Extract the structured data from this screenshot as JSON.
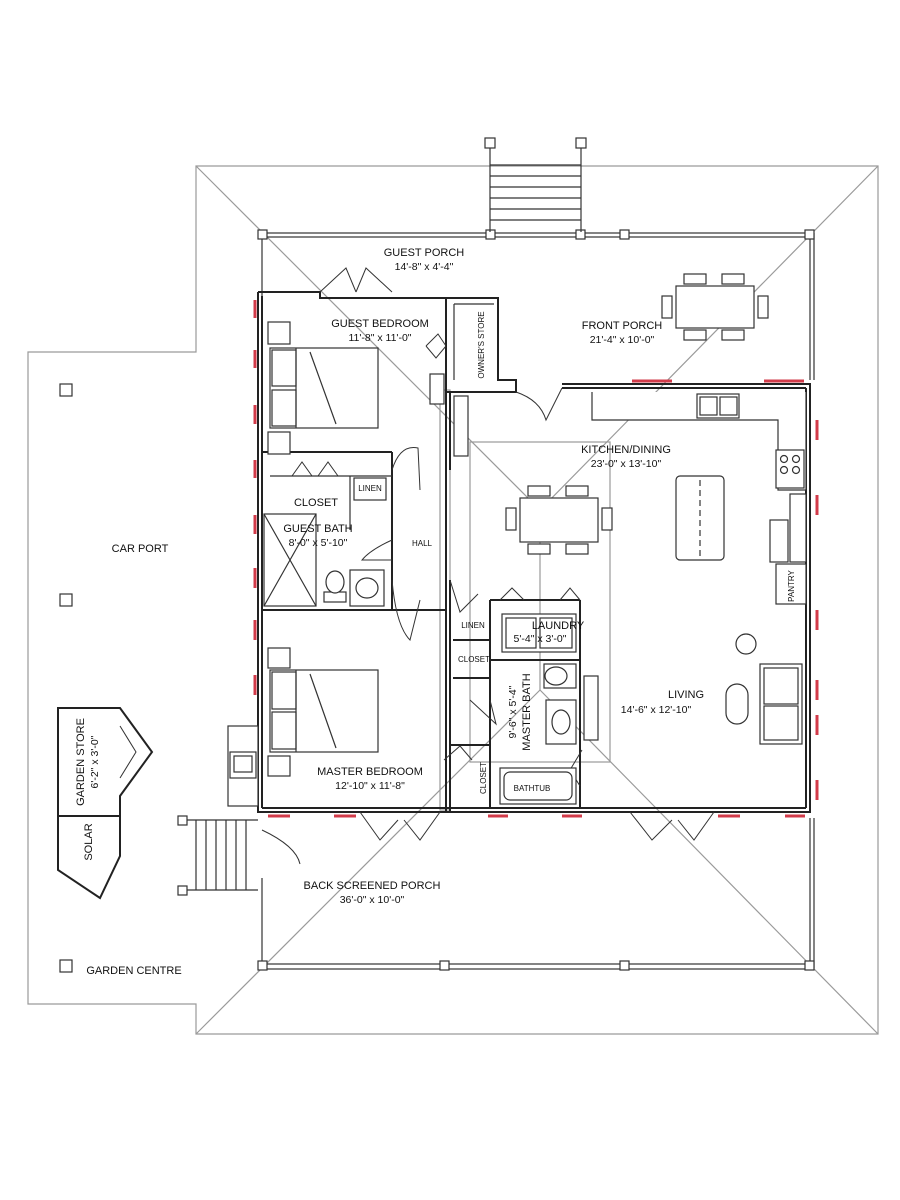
{
  "rooms": {
    "guest_porch": {
      "name": "GUEST PORCH",
      "size": "14'-8\" x 4'-4\""
    },
    "front_porch": {
      "name": "FRONT PORCH",
      "size": "21'-4\" x 10'-0\""
    },
    "guest_bedroom": {
      "name": "GUEST BEDROOM",
      "size": "11'-8\" x 11'-0\""
    },
    "owners_store": {
      "name": "OWNER'S STORE"
    },
    "kitchen_dining": {
      "name": "KITCHEN/DINING",
      "size": "23'-0\" x 13'-10\""
    },
    "closet_guest": {
      "name": "CLOSET"
    },
    "linen_guest": {
      "name": "LINEN"
    },
    "guest_bath": {
      "name": "GUEST BATH",
      "size": "8'-0\" x 5'-10\""
    },
    "hall": {
      "name": "HALL"
    },
    "car_port": {
      "name": "CAR PORT"
    },
    "linen_hall": {
      "name": "LINEN"
    },
    "laundry": {
      "name": "LAUNDRY",
      "size": "5'-4\" x 3'-0\""
    },
    "pantry": {
      "name": "PANTRY"
    },
    "closet_hall": {
      "name": "CLOSET"
    },
    "master_bath": {
      "name": "MASTER BATH",
      "size": "9'-6\" x 5'-4\""
    },
    "living": {
      "name": "LIVING",
      "size": "14'-6\" x 12'-10\""
    },
    "master_bedroom": {
      "name": "MASTER BEDROOM",
      "size": "12'-10\" x 11'-8\""
    },
    "closet_master": {
      "name": "CLOSET"
    },
    "bathtub": {
      "name": "BATHTUB"
    },
    "garden_store": {
      "name": "GARDEN STORE",
      "size": "6'-2\" x 3'-0\""
    },
    "solar": {
      "name": "SOLAR"
    },
    "back_porch": {
      "name": "BACK SCREENED PORCH",
      "size": "36'-0\" x 10'-0\""
    },
    "garden_centre": {
      "name": "GARDEN CENTRE"
    }
  },
  "colors": {
    "window": "#d23b4a",
    "wall": "#222222",
    "roof_line": "#9a9a9a"
  }
}
